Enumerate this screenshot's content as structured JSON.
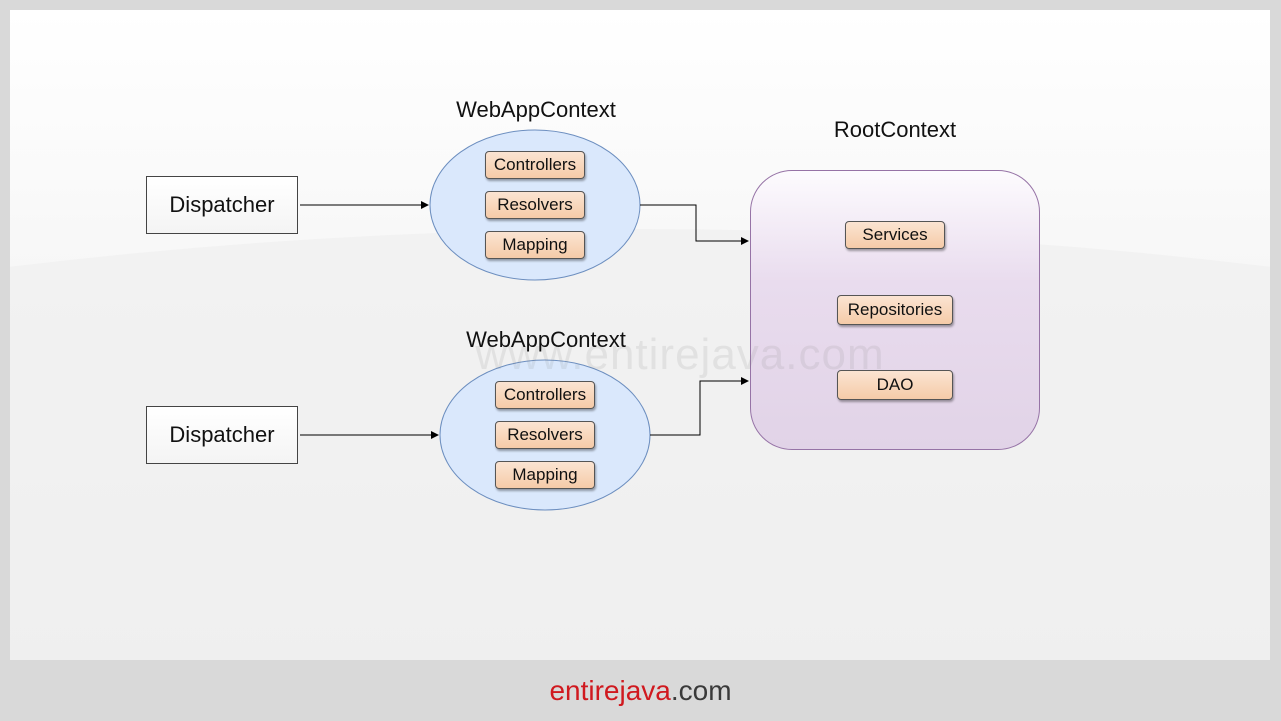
{
  "diagram": {
    "dispatchers": [
      "Dispatcher",
      "Dispatcher"
    ],
    "web_contexts": [
      {
        "title": "WebAppContext",
        "items": [
          "Controllers",
          "Resolvers",
          "Mapping"
        ]
      },
      {
        "title": "WebAppContext",
        "items": [
          "Controllers",
          "Resolvers",
          "Mapping"
        ]
      }
    ],
    "root_context": {
      "title": "RootContext",
      "items": [
        "Services",
        "Repositories",
        "DAO"
      ]
    },
    "watermark": "www.entirejava.com"
  },
  "footer": {
    "brand": "entirejava",
    "tld": ".com"
  },
  "colors": {
    "ellipse_fill": "#dae8fc",
    "ellipse_stroke": "#6c8ebf",
    "root_stroke": "#9673a6",
    "chip_fill": "#f5cba8",
    "brand_red": "#d0191f"
  }
}
